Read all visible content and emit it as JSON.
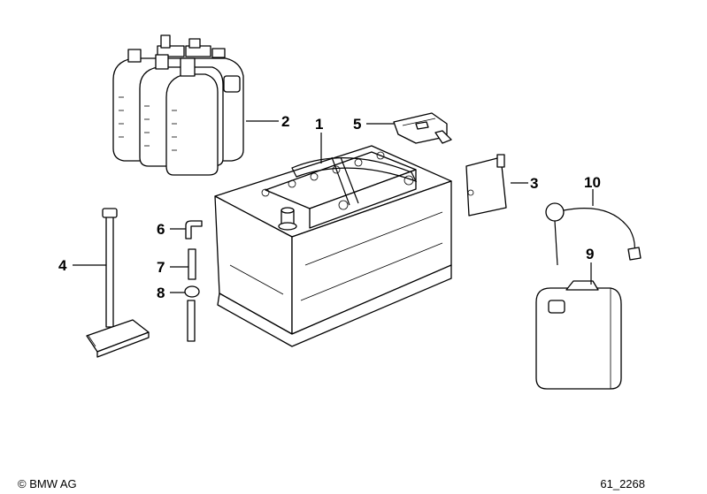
{
  "callouts": [
    {
      "id": "1",
      "label": "1"
    },
    {
      "id": "2",
      "label": "2"
    },
    {
      "id": "3",
      "label": "3"
    },
    {
      "id": "4",
      "label": "4"
    },
    {
      "id": "5",
      "label": "5"
    },
    {
      "id": "6",
      "label": "6"
    },
    {
      "id": "7",
      "label": "7"
    },
    {
      "id": "8",
      "label": "8"
    },
    {
      "id": "9",
      "label": "9"
    },
    {
      "id": "10",
      "label": "10"
    }
  ],
  "footer": {
    "copyright": "© BMW AG",
    "drawing_id": "61_2268"
  }
}
